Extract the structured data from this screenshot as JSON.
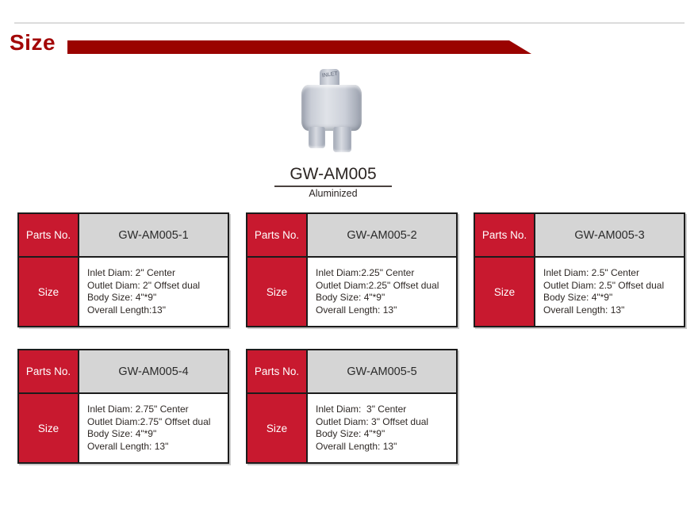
{
  "page": {
    "title": "Size"
  },
  "product": {
    "name": "GW-AM005",
    "finish": "Aluminized",
    "inlet_marking": "INLET"
  },
  "labels": {
    "parts_no": "Parts No.",
    "size": "Size"
  },
  "colors": {
    "title_red": "#a30707",
    "banner_red": "#9a0300",
    "cell_red": "#c8192f",
    "cell_gray": "#d5d5d5",
    "table_border": "#1c1c1c",
    "divider_gray": "#dcdcdc"
  },
  "parts": [
    {
      "part_no": "GW-AM005-1",
      "specs": [
        "Inlet Diam: 2\" Center",
        "Outlet Diam: 2\" Offset dual",
        "Body Size: 4\"*9\"",
        "Overall Length:13\""
      ]
    },
    {
      "part_no": "GW-AM005-2",
      "specs": [
        "Inlet Diam:2.25\" Center",
        "Outlet Diam:2.25\" Offset dual",
        "Body Size: 4\"*9\"",
        "Overall Length: 13\""
      ]
    },
    {
      "part_no": "GW-AM005-3",
      "specs": [
        "Inlet Diam: 2.5\" Center",
        "Outlet Diam: 2.5\" Offset dual",
        "Body Size: 4\"*9\"",
        "Overall Length: 13\""
      ]
    },
    {
      "part_no": "GW-AM005-4",
      "specs": [
        "Inlet Diam: 2.75\" Center",
        "Outlet Diam:2.75\" Offset dual",
        "Body Size: 4\"*9\"",
        "Overall Length: 13\""
      ]
    },
    {
      "part_no": "GW-AM005-5",
      "specs": [
        "Inlet Diam:  3\" Center",
        "Outlet Diam: 3\" Offset dual",
        "Body Size: 4\"*9\"",
        "Overall Length: 13\""
      ]
    }
  ]
}
